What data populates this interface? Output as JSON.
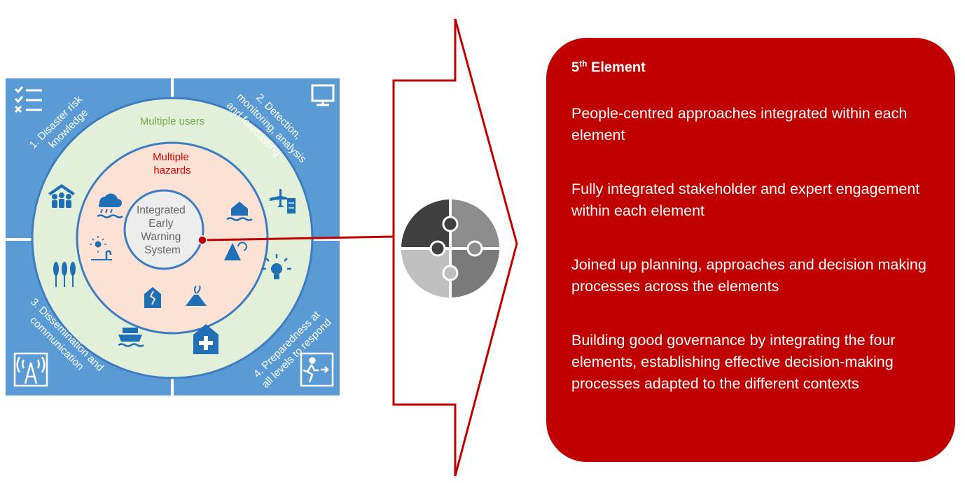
{
  "diagram": {
    "quadrants": [
      {
        "label": "1. Disaster risk knowledge",
        "icon": "checklist-icon"
      },
      {
        "label": "2. Detection, monitoring, analysis and forecasting",
        "icon": "monitor-icon"
      },
      {
        "label": "3. Dissemination and communication",
        "icon": "radio-tower-icon"
      },
      {
        "label": "4. Preparedness at all levels to respond",
        "icon": "emergency-exit-icon"
      }
    ],
    "quadrant_lines": {
      "q1": [
        "1. Disaster risk",
        "knowledge"
      ],
      "q2": [
        "2. Detection,",
        "monitoring, analysis",
        "and forecasting"
      ],
      "q3": [
        "3. Dissemination and",
        "communication"
      ],
      "q4": [
        "4. Preparedness at",
        "all levels to respond"
      ]
    },
    "outer_ring_label": "Multiple users",
    "middle_ring_label": [
      "Multiple",
      "hazards"
    ],
    "center_label": [
      "Integrated",
      "Early",
      "Warning",
      "System"
    ],
    "user_icons": [
      "community-icon",
      "transport-icon",
      "idea-icon",
      "health-icon",
      "shipping-icon",
      "agriculture-icon"
    ],
    "hazard_icons": [
      "storm-flood-icon",
      "flooded-house-icon",
      "tsunami-icon",
      "volcano-icon",
      "earthquake-icon",
      "drought-icon"
    ]
  },
  "connector_icon": "puzzle-icon",
  "panel": {
    "title": "5",
    "title_sup": "th",
    "title_rest": " Element",
    "points": [
      "People-centred approaches integrated within each element",
      "Fully integrated stakeholder and expert engagement within each element",
      "Joined up planning, approaches and decision making processes across the elements",
      "Building good governance by integrating the four elements, establishing effective decision-making processes adapted to the different contexts"
    ]
  },
  "colors": {
    "quadrant_blue": "#5b9bd5",
    "outer_ring": "#e2efd9",
    "middle_ring": "#fbe2d5",
    "center": "#ededed",
    "icon_blue": "#1f6fb5",
    "accent_red": "#c00000",
    "users_green": "#70ad47"
  }
}
